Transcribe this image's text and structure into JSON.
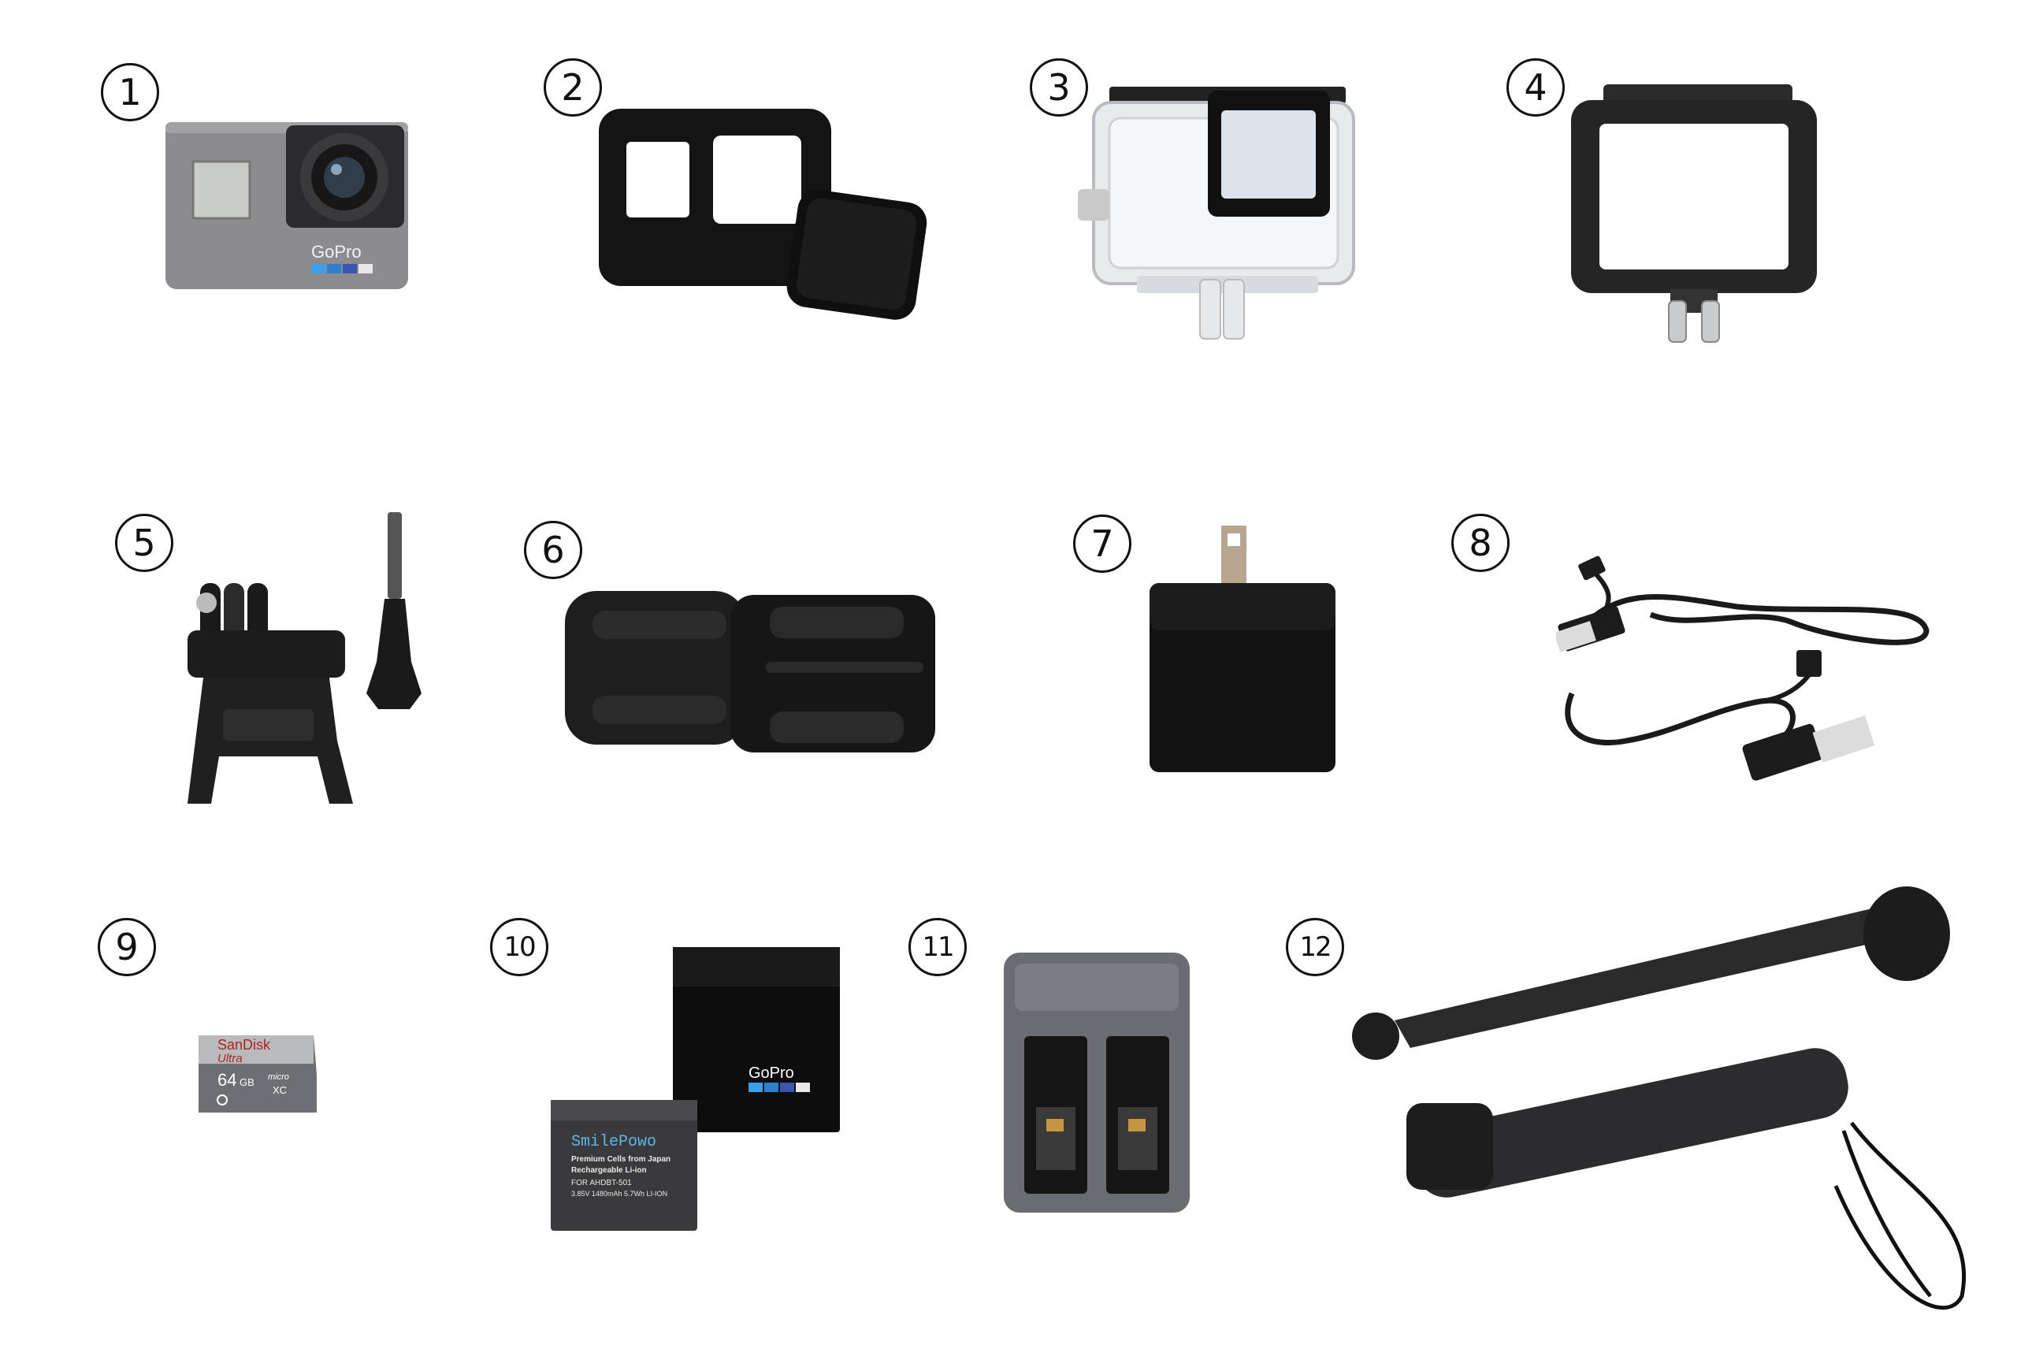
{
  "items": [
    {
      "number": "1"
    },
    {
      "number": "2"
    },
    {
      "number": "3"
    },
    {
      "number": "4"
    },
    {
      "number": "5"
    },
    {
      "number": "6"
    },
    {
      "number": "7"
    },
    {
      "number": "8"
    },
    {
      "number": "9"
    },
    {
      "number": "10"
    },
    {
      "number": "11"
    },
    {
      "number": "12"
    }
  ],
  "camera": {
    "brand": "GoPro"
  },
  "sd_card": {
    "brand": "SanDisk",
    "line": "Ultra",
    "capacity": "64",
    "unit": "GB",
    "format": "micro",
    "class_mark": "XC"
  },
  "battery": {
    "brand": "SmilePowo",
    "line1": "Premium Cells from Japan",
    "line2": "Rechargeable Li-ion",
    "line3": "FOR AHDBT-501",
    "line4": "3.85V 1480mAh 5.7Wh LI-ION"
  },
  "gopro_battery": {
    "brand": "GoPro"
  },
  "colors": {
    "background": "#ffffff",
    "black_plastic": "#1a1a1a",
    "grey_body": "#8a8a8c",
    "gopro_blue": "#3aa0e8"
  }
}
